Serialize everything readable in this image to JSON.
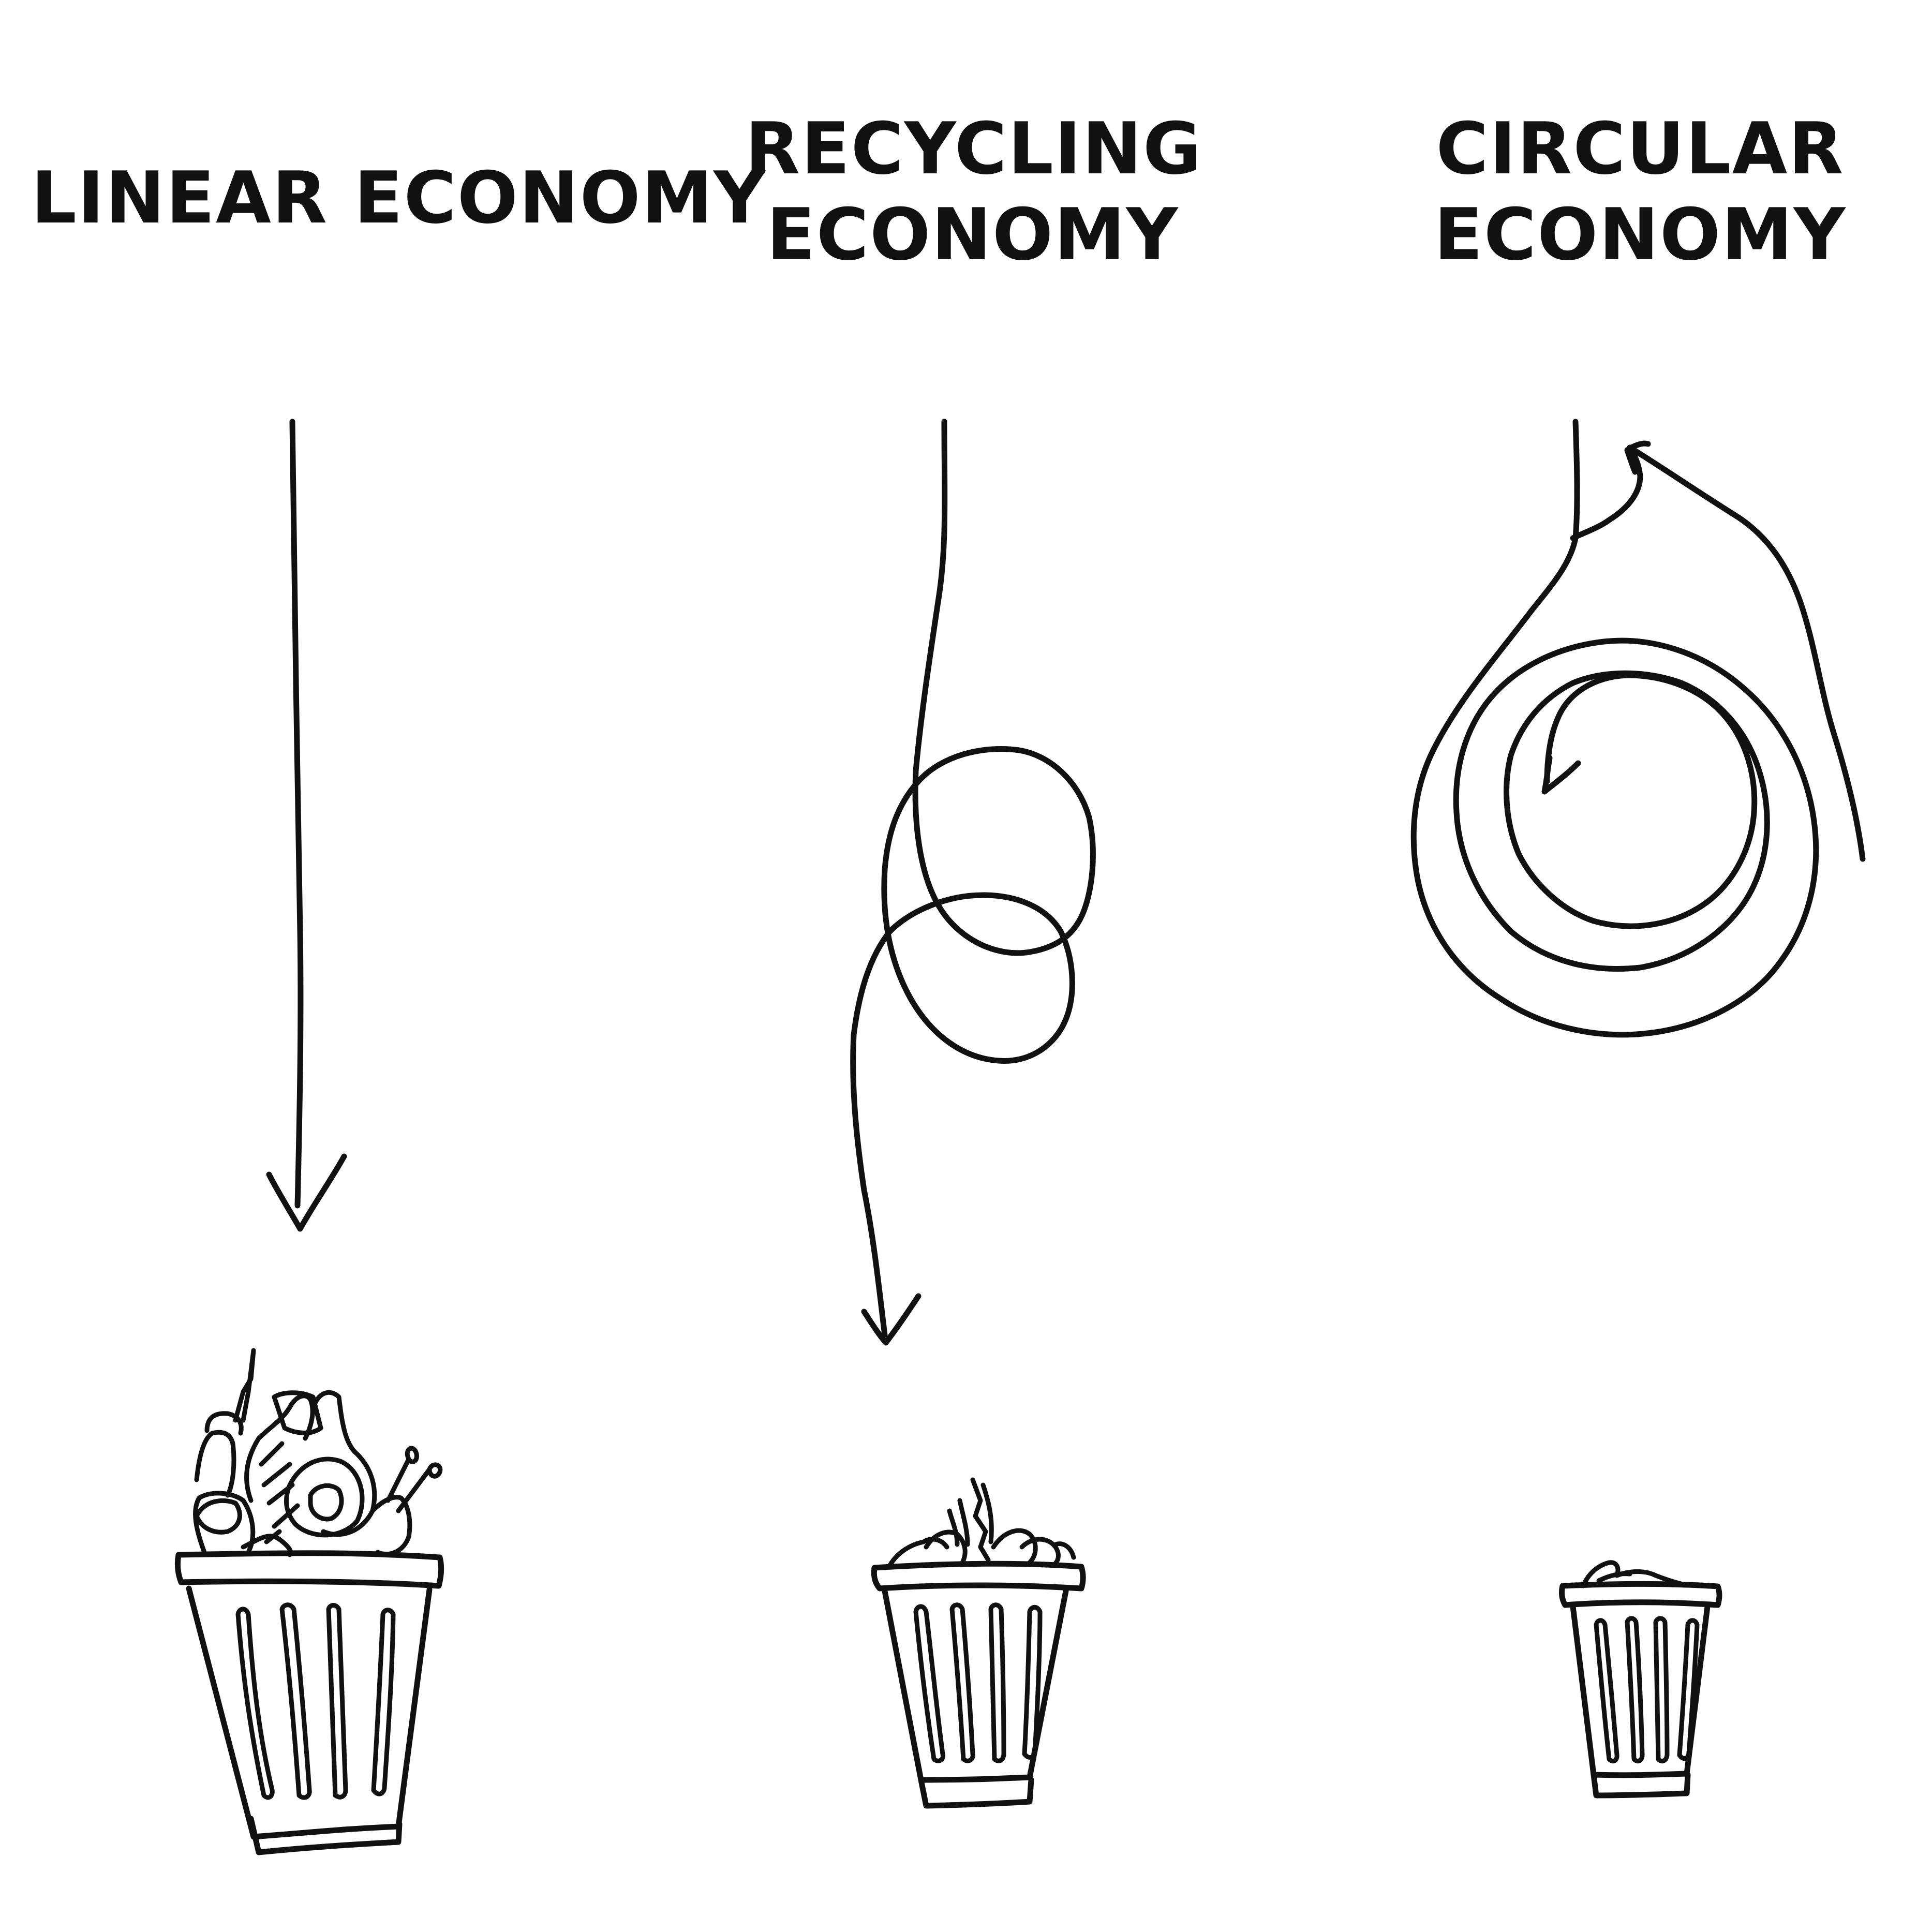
{
  "diagram": {
    "columns": [
      {
        "id": "linear",
        "title_lines": [
          "LINEAR ECONOMY"
        ],
        "flow": "straight-arrow",
        "bin_fill": "overflowing"
      },
      {
        "id": "recycling",
        "title_lines": [
          "RECYCLING",
          "ECONOMY"
        ],
        "flow": "single-loop-arrow",
        "bin_fill": "partial"
      },
      {
        "id": "circular",
        "title_lines": [
          "CIRCULAR",
          "ECONOMY"
        ],
        "flow": "spiral-arrow",
        "bin_fill": "minimal"
      }
    ],
    "colors": {
      "ink": "#111111",
      "background": "#ffffff"
    }
  }
}
